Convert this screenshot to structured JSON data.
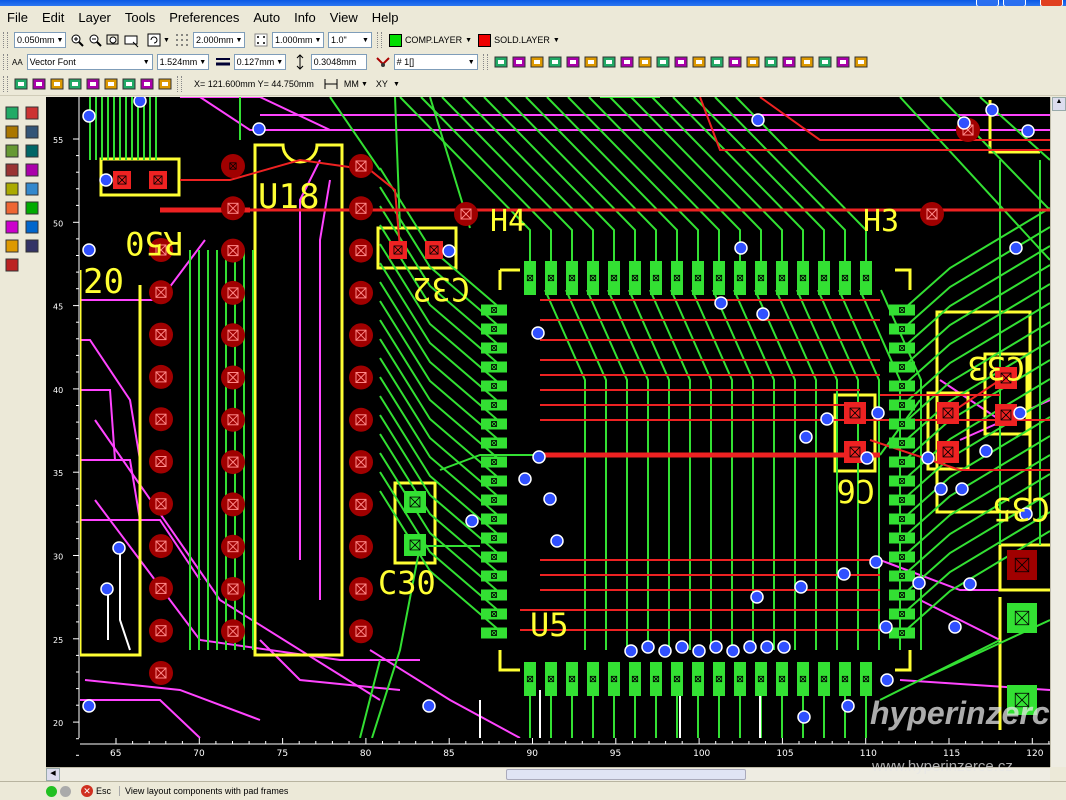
{
  "menu": [
    "File",
    "Edit",
    "Layer",
    "Tools",
    "Preferences",
    "Auto",
    "Info",
    "View",
    "Help"
  ],
  "toolbar1": {
    "grid_step": "0.050mm",
    "snap_step": "2.000mm",
    "line_width": "1.000mm",
    "angle": "1.0\"",
    "layer_top": {
      "label": "COMP.LAYER",
      "color": "#00dd00"
    },
    "layer_bottom": {
      "label": "SOLD.LAYER",
      "color": "#ee0000"
    }
  },
  "toolbar2": {
    "font_prefix": "AA",
    "font": "Vector Font",
    "text_height": "1.524mm",
    "line_thickness": "0.127mm",
    "clearance": "0.3048mm",
    "net": "# 1[]"
  },
  "toolbar3": {
    "coords": "X= 121.600mm  Y= 44.750mm",
    "units": "MM",
    "coord_mode": "XY"
  },
  "rulers": {
    "x_ticks": [
      "65",
      "70",
      "75",
      "80",
      "85",
      "90",
      "95",
      "100",
      "105",
      "110",
      "115",
      "120"
    ],
    "y_ticks": [
      "55",
      "50",
      "45",
      "40",
      "35",
      "30",
      "25",
      "20"
    ]
  },
  "pcb_labels": {
    "u18": "U18",
    "h4": "H4",
    "h3": "H3",
    "c30": "C30",
    "u5": "U5",
    "c6": "C6",
    "c33": "C33",
    "c32": "C32",
    "c35": "C35",
    "r20": "20",
    "r50": "R50"
  },
  "status": {
    "esc": "Esc",
    "message": "View layout components with pad frames"
  },
  "watermark": {
    "logo": "hyperinzerce",
    "url": "www.hyperinzerce.cz"
  },
  "colors": {
    "board": "#000000",
    "top_copper": "#00dd00",
    "bottom_copper": "#ff2222",
    "yellow_silk": "#ffff33",
    "magenta_trace": "#ff44ff",
    "via": "#3050ff",
    "pad_dark": "#a00000"
  }
}
